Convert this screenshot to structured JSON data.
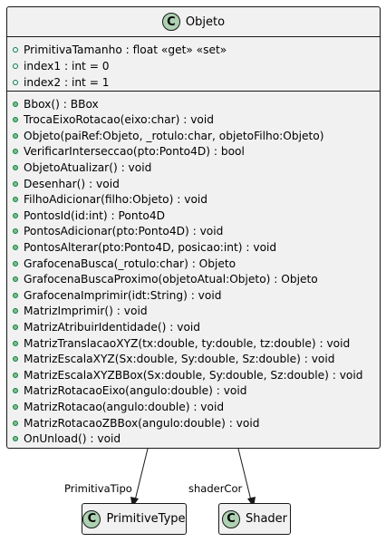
{
  "main_class": {
    "stereotype_letter": "C",
    "name": "Objeto",
    "fields": [
      "PrimitivaTamanho : float «get» «set»",
      "index1 : int = 0",
      "index2 : int = 1"
    ],
    "methods": [
      "Bbox() : BBox",
      "TrocaEixoRotacao(eixo:char) : void",
      "Objeto(paiRef:Objeto, _rotulo:char, objetoFilho:Objeto)",
      "VerificarInterseccao(pto:Ponto4D) : bool",
      "ObjetoAtualizar() : void",
      "Desenhar() : void",
      "FilhoAdicionar(filho:Objeto) : void",
      "PontosId(id:int) : Ponto4D",
      "PontosAdicionar(pto:Ponto4D) : void",
      "PontosAlterar(pto:Ponto4D, posicao:int) : void",
      "GrafocenaBusca(_rotulo:char) : Objeto",
      "GrafocenaBuscaProximo(objetoAtual:Objeto) : Objeto",
      "GrafocenaImprimir(idt:String) : void",
      "MatrizImprimir() : void",
      "MatrizAtribuirIdentidade() : void",
      "MatrizTranslacaoXYZ(tx:double, ty:double, tz:double) : void",
      "MatrizEscalaXYZ(Sx:double, Sy:double, Sz:double) : void",
      "MatrizEscalaXYZBBox(Sx:double, Sy:double, Sz:double) : void",
      "MatrizRotacaoEixo(angulo:double) : void",
      "MatrizRotacao(angulo:double) : void",
      "MatrizRotacaoZBBox(angulo:double) : void",
      "OnUnload() : void"
    ]
  },
  "related_classes": [
    {
      "stereotype_letter": "C",
      "name": "PrimitiveType",
      "edge_label": "PrimitivaTipo"
    },
    {
      "stereotype_letter": "C",
      "name": "Shader",
      "edge_label": "shaderCor"
    }
  ],
  "colors": {
    "class_fill": "#f1f1f1",
    "class_border": "#181818",
    "class_badge": "#add1b2",
    "method_dot": "#84be84",
    "visibility_outline": "#038048"
  }
}
